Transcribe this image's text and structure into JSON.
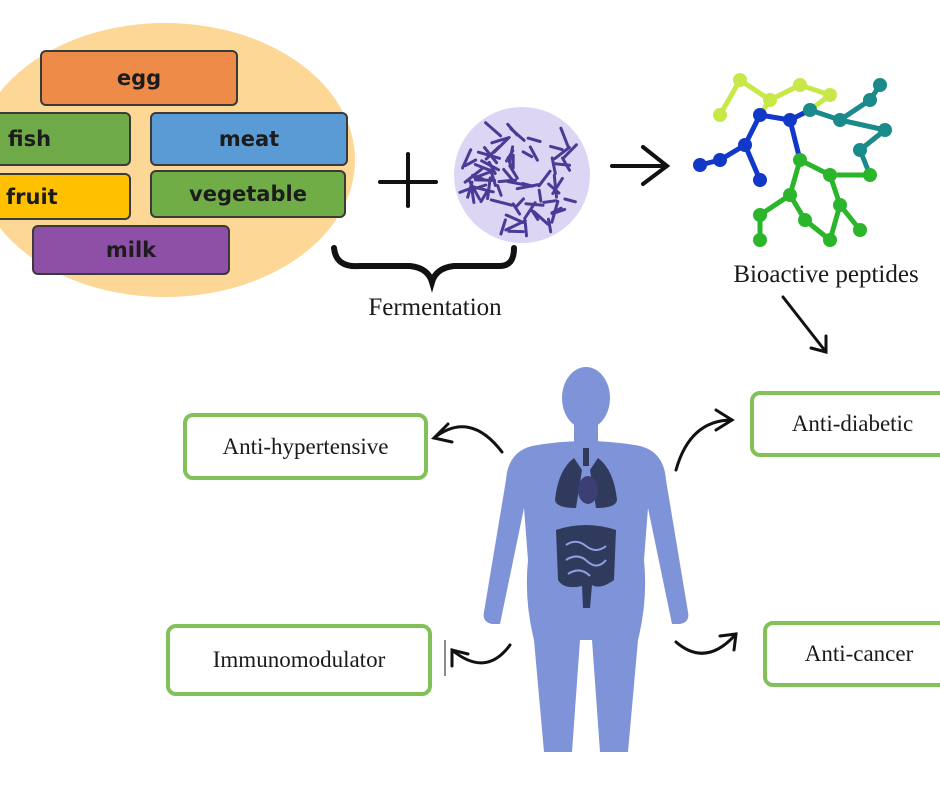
{
  "foods": {
    "egg": "egg",
    "fish": "fish",
    "meat": "meat",
    "fruit": "fruit",
    "vegetable": "vegetable",
    "milk": "milk"
  },
  "labels": {
    "fermentation": "Fermentation",
    "bioactive_peptides": "Bioactive peptides"
  },
  "effects": {
    "anti_hypertensive": "Anti-hypertensive",
    "anti_diabetic": "Anti-diabetic",
    "immunomodulator": "Immunomodulator",
    "anti_cancer": "Anti-cancer"
  },
  "colors": {
    "food_oval": "#fcd795",
    "egg": "#ee8b48",
    "fish": "#6faa48",
    "meat": "#5b9bd5",
    "fruit": "#ffc000",
    "vegetable": "#70ad47",
    "milk": "#8e4fa6",
    "bacteria_bg": "#dcd6f4",
    "bacteria": "#4b3a96",
    "human_body": "#7f93d8",
    "organs": "#2f3a5c",
    "effect_border": "#82c15a"
  }
}
